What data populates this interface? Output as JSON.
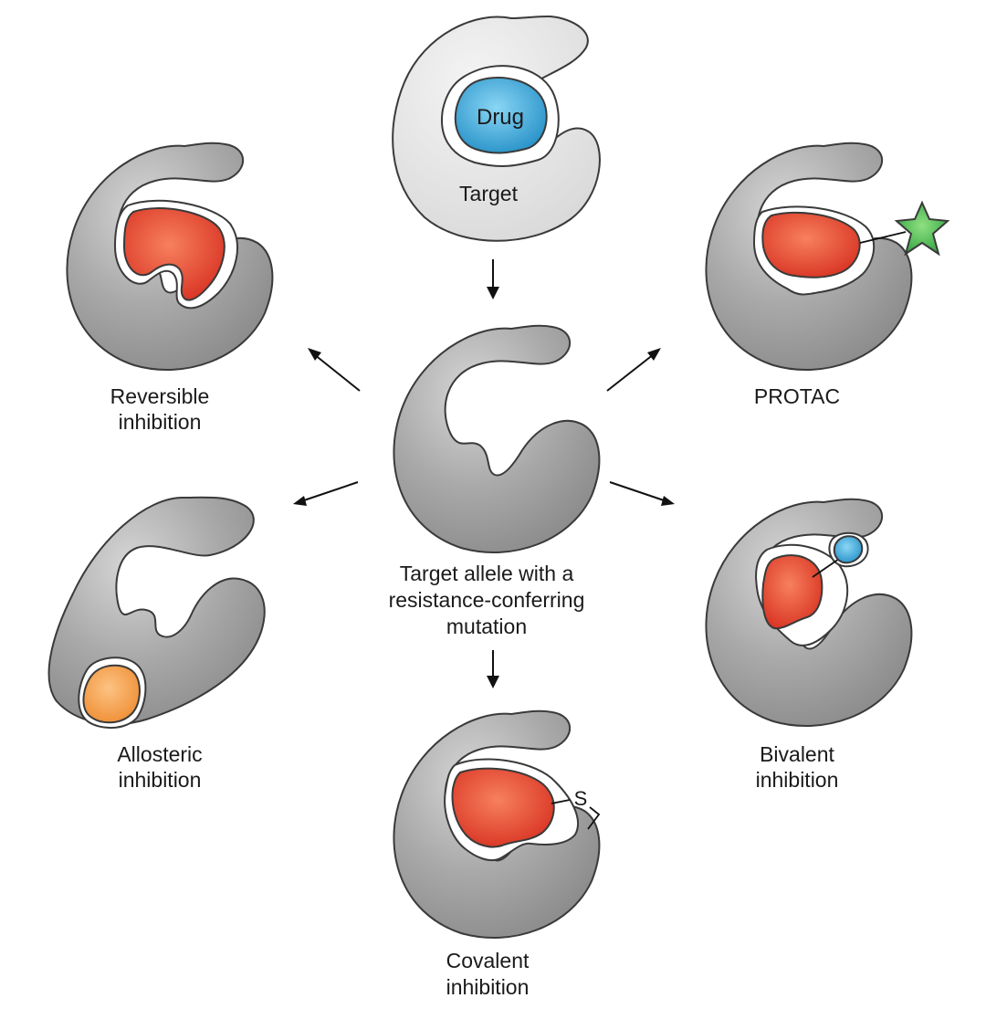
{
  "labels": {
    "drug": "Drug",
    "target": "Target",
    "mutant_line1": "Target allele with a",
    "mutant_line2": "resistance-conferring",
    "mutant_line3": "mutation",
    "reversible_line1": "Reversible",
    "reversible_line2": "inhibition",
    "protac": "PROTAC",
    "allosteric_line1": "Allosteric",
    "allosteric_line2": "inhibition",
    "bivalent_line1": "Bivalent",
    "bivalent_line2": "inhibition",
    "covalent_line1": "Covalent",
    "covalent_line2": "inhibition",
    "sulfur": "S"
  },
  "colors": {
    "protein_dark": "#8a8a8a",
    "protein_mid": "#b4b4b4",
    "protein_light_target": "#e2e2e2",
    "drug_blue": "#3aa3d4",
    "inhibitor_red": "#e0402c",
    "allosteric_orange": "#f4a04a",
    "protac_green": "#3cb54a"
  }
}
